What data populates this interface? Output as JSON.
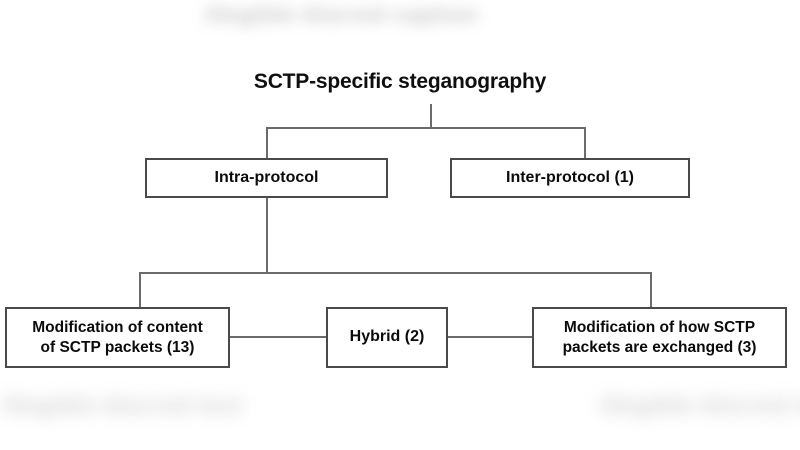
{
  "figure": {
    "title": "SCTP-specific steganography",
    "background_color": "#ffffff",
    "line_color": "#6b6b6b",
    "box_border_color": "#4a4a4a",
    "text_color": "#0b0b0b",
    "blurred_band_color": "#b9b9b9",
    "blurred_text_top": "illegible blurred caption",
    "blurred_text_bottom_left": "illegible blurred text",
    "blurred_text_bottom_right": "illegible blurred text"
  },
  "nodes": {
    "root": {
      "label": "SCTP-specific steganography"
    },
    "level1": [
      {
        "label": "Intra-protocol",
        "count": null
      },
      {
        "label": "Inter-protocol (1)",
        "count": 1
      }
    ],
    "level2": [
      {
        "label_line1": "Modification of content",
        "label_line2": "of SCTP packets (13)",
        "count": 13
      },
      {
        "label_line1": "Hybrid (2)",
        "label_line2": "",
        "count": 2
      },
      {
        "label_line1": "Modification of how SCTP",
        "label_line2": "packets are exchanged (3)",
        "count": 3
      }
    ]
  }
}
